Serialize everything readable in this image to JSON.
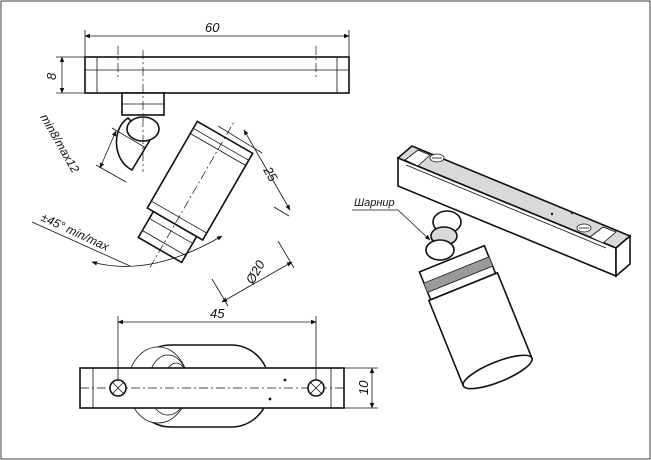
{
  "dimensions": {
    "top_width": "60",
    "top_height": "8",
    "body_length": "25",
    "body_diameter": "Ø20",
    "bottom_width": "45",
    "bottom_height": "10",
    "arm_length": "min8/max12",
    "tilt_angle": "±45° min/max"
  },
  "callout": {
    "hinge_label": "Шарнир"
  },
  "colors": {
    "line": "#111111",
    "light_fill": "#d9d9d9",
    "dark_fill": "#9a9a9a"
  }
}
